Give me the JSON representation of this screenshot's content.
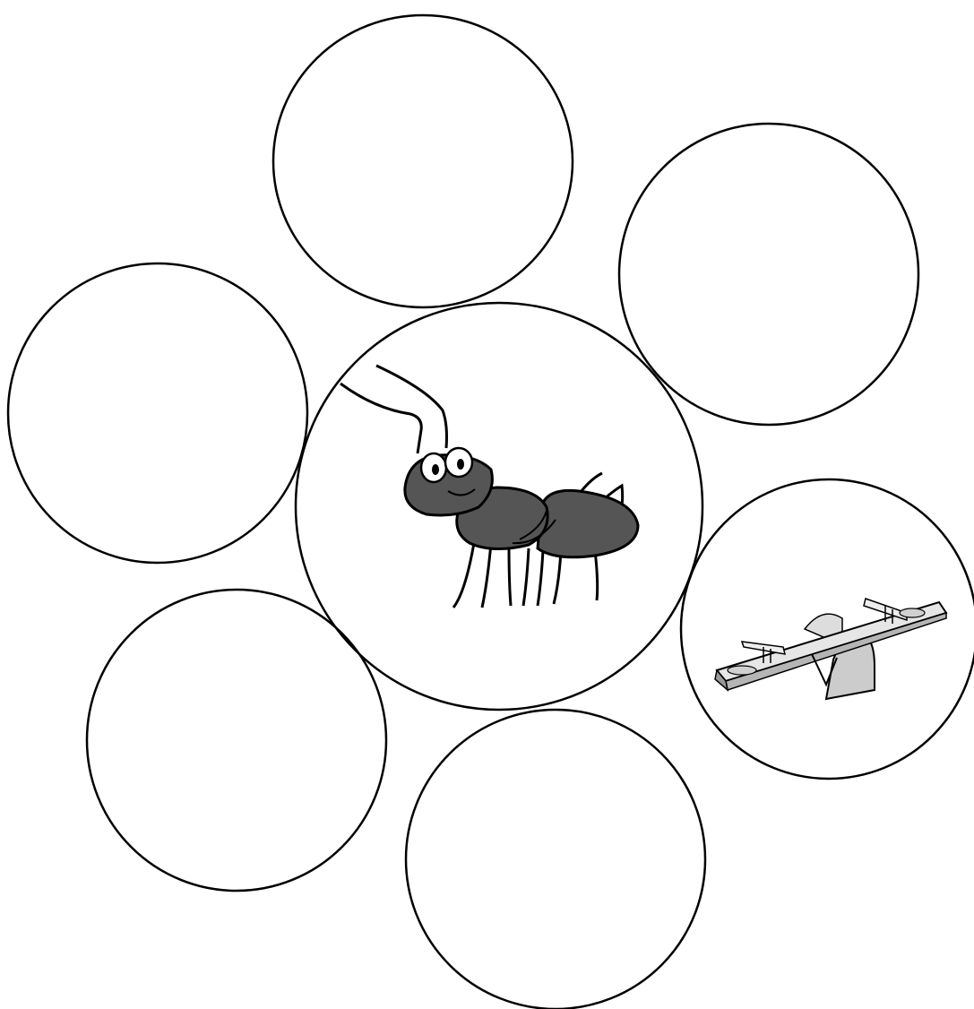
{
  "diagram": {
    "type": "bubble-map",
    "center": {
      "picture": "ant-icon"
    },
    "outer_bubbles": [
      {
        "id": "top",
        "picture": null
      },
      {
        "id": "upper-right",
        "picture": null
      },
      {
        "id": "right",
        "picture": "seesaw-icon"
      },
      {
        "id": "bottom",
        "picture": null
      },
      {
        "id": "lower-left",
        "picture": null
      },
      {
        "id": "upper-left",
        "picture": null
      }
    ],
    "colors": {
      "line": "#000000",
      "ant_body": "#555555",
      "seesaw_fill": "#cccccc",
      "background": "#ffffff"
    }
  }
}
